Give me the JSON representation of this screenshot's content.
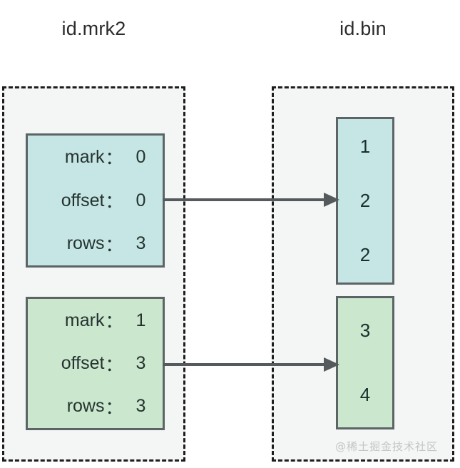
{
  "columns": {
    "left": {
      "title": "id.mrk2"
    },
    "right": {
      "title": "id.bin"
    }
  },
  "mark_records": [
    {
      "fill": "#c6e6e5",
      "fields": [
        {
          "key": "mark",
          "sep": "：",
          "value": "0"
        },
        {
          "key": "offset",
          "sep": "：",
          "value": "0"
        },
        {
          "key": "rows",
          "sep": "：",
          "value": "3"
        }
      ]
    },
    {
      "fill": "#cbe7ce",
      "fields": [
        {
          "key": "mark",
          "sep": "：",
          "value": "1"
        },
        {
          "key": "offset",
          "sep": "：",
          "value": "3"
        },
        {
          "key": "rows",
          "sep": "：",
          "value": "3"
        }
      ]
    }
  ],
  "bin_blocks": [
    {
      "fill": "#c6e6e5",
      "values": [
        "1",
        "2",
        "2"
      ]
    },
    {
      "fill": "#cbe7ce",
      "values": [
        "3",
        "4"
      ]
    }
  ],
  "arrows": [
    {
      "name": "mark-0-to-bin-0",
      "direction": "right"
    },
    {
      "name": "mark-1-to-bin-1",
      "direction": "right"
    }
  ],
  "watermark": {
    "text": "@稀土掘金技术社区"
  },
  "colors": {
    "blue_fill": "#c6e6e5",
    "green_fill": "#cbe7ce",
    "box_border": "#5c6465",
    "container_fill": "#f4f5f5",
    "dashed_border": "#1d1d1d",
    "arrow": "#555b5c",
    "text": "#24332f",
    "title_text": "#2b2b2b",
    "watermark_text": "#c3c6c6"
  }
}
